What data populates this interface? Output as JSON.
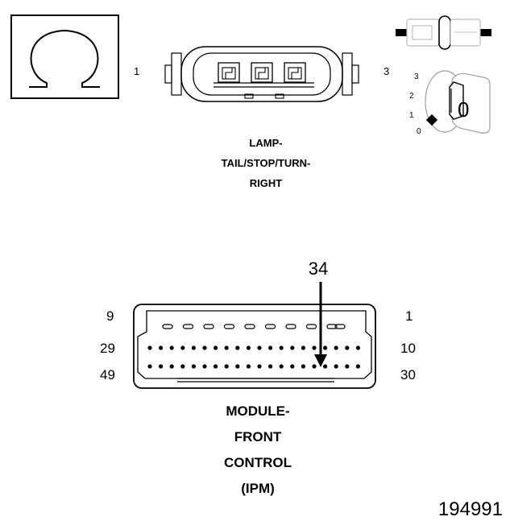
{
  "ohm_symbol": "Ω",
  "lamp_connector": {
    "pin_left": "1",
    "pin_right": "3",
    "title_lines": [
      "LAMP-",
      "TAIL/STOP/TURN-",
      "RIGHT"
    ]
  },
  "ignition_switch": {
    "positions": [
      "3",
      "2",
      "1",
      "0"
    ],
    "key_value": "0"
  },
  "module_connector": {
    "callout_pin": "34",
    "row1_left": "9",
    "row1_right": "1",
    "row2_left": "29",
    "row2_right": "10",
    "row3_left": "49",
    "row3_right": "30",
    "title_lines": [
      "MODULE-",
      "FRONT",
      "CONTROL",
      "(IPM)"
    ]
  },
  "figure_number": "194991"
}
